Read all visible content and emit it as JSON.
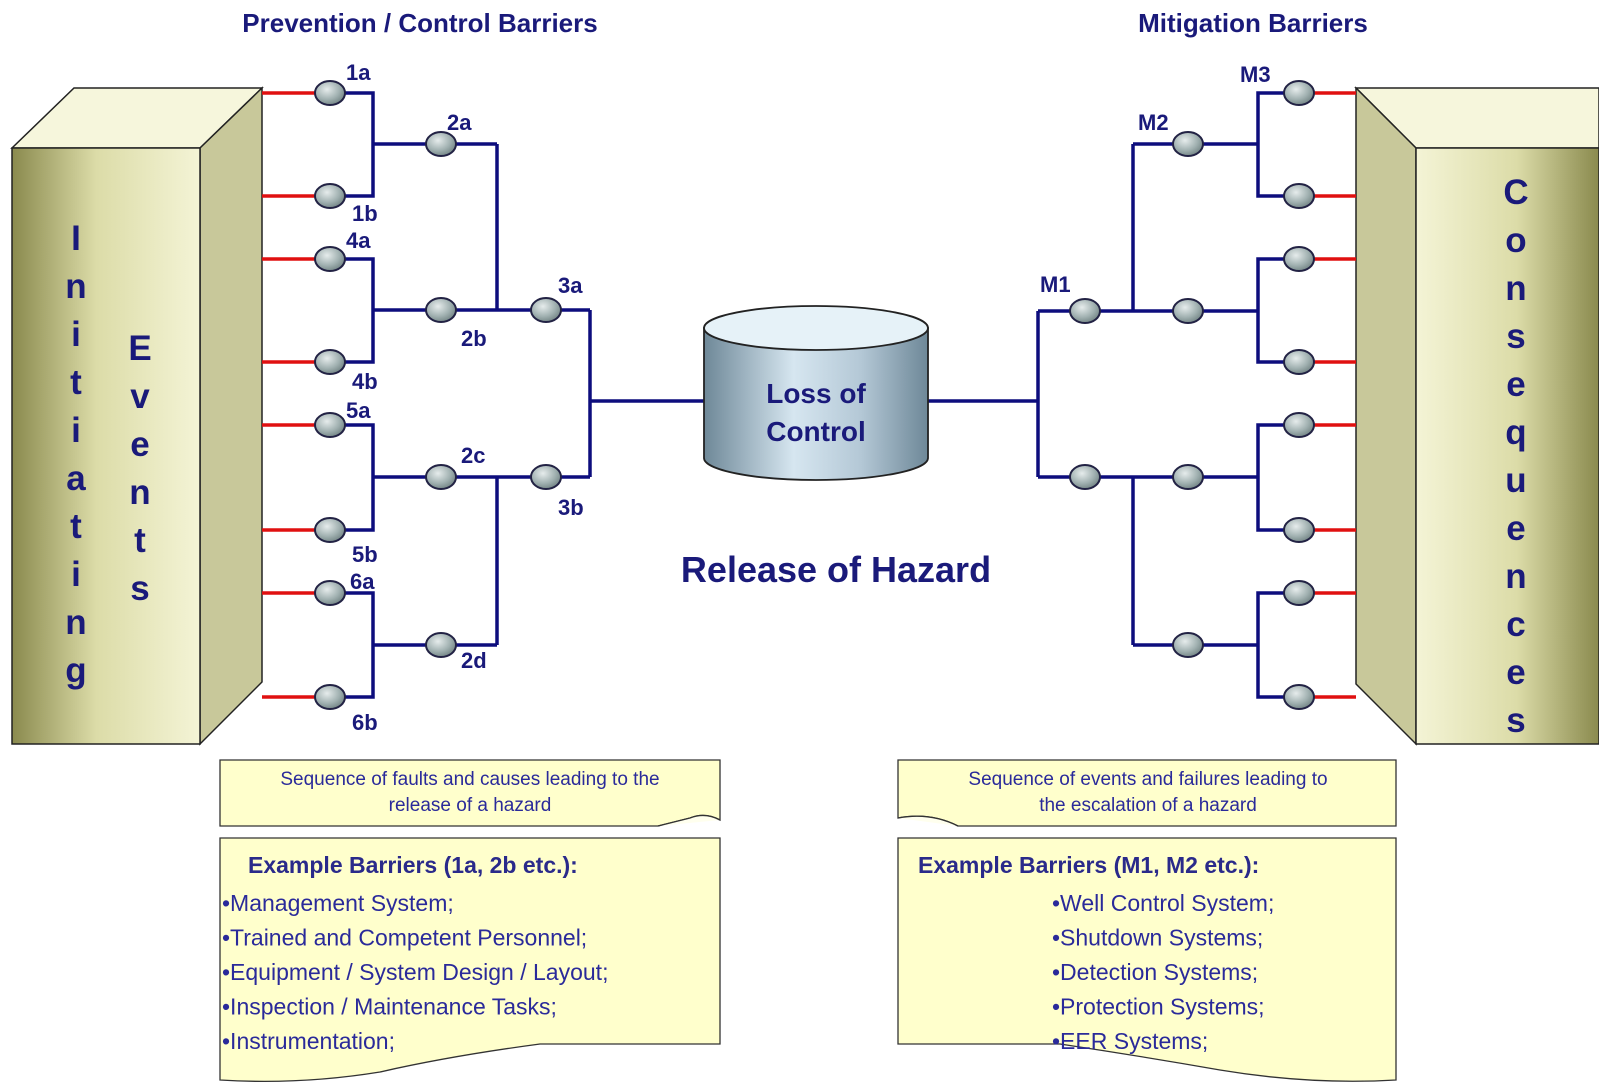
{
  "headings": {
    "prevention": "Prevention / Control Barriers",
    "mitigation": "Mitigation Barriers",
    "release": "Release of Hazard"
  },
  "left_block": {
    "word1": [
      "I",
      "n",
      "i",
      "t",
      "i",
      "a",
      "t",
      "i",
      "n",
      "g"
    ],
    "word2": [
      "E",
      "v",
      "e",
      "n",
      "t",
      "s"
    ]
  },
  "right_block": {
    "letters": [
      "C",
      "o",
      "n",
      "s",
      "e",
      "q",
      "u",
      "e",
      "n",
      "c",
      "e",
      "s"
    ]
  },
  "center": {
    "line1": "Loss of",
    "line2": "Control"
  },
  "barrier_labels": {
    "b1a": "1a",
    "b1b": "1b",
    "b2a": "2a",
    "b4a": "4a",
    "b4b": "4b",
    "b2b": "2b",
    "b3a": "3a",
    "b3b": "3b",
    "b5a": "5a",
    "b5b": "5b",
    "b2c": "2c",
    "b6a": "6a",
    "b6b": "6b",
    "b2d": "2d",
    "m1": "M1",
    "m2": "M2",
    "m3": "M3"
  },
  "notes": {
    "left_line1": "Sequence of faults and causes leading to the",
    "left_line2": "release of a  hazard",
    "right_line1": "Sequence of events and failures leading to",
    "right_line2": "the escalation of a  hazard"
  },
  "examples_left": {
    "title": "Example Barriers (1a, 2b etc.):",
    "items": [
      "•Management System;",
      "•Trained and Competent Personnel;",
      "•Equipment / System Design / Layout;",
      "•Inspection / Maintenance Tasks;",
      "•Instrumentation;"
    ]
  },
  "examples_right": {
    "title": "Example Barriers (M1, M2 etc.):",
    "items": [
      "•Well Control System;",
      "•Shutdown Systems;",
      "•Detection Systems;",
      "•Protection Systems;",
      "•EER Systems;"
    ]
  },
  "colors": {
    "wire": "#0d0d7d",
    "red_link": "#e01010",
    "text": "#1a1a7a",
    "note_fill": "#ffffcc",
    "block_front": "#d0d09a"
  }
}
